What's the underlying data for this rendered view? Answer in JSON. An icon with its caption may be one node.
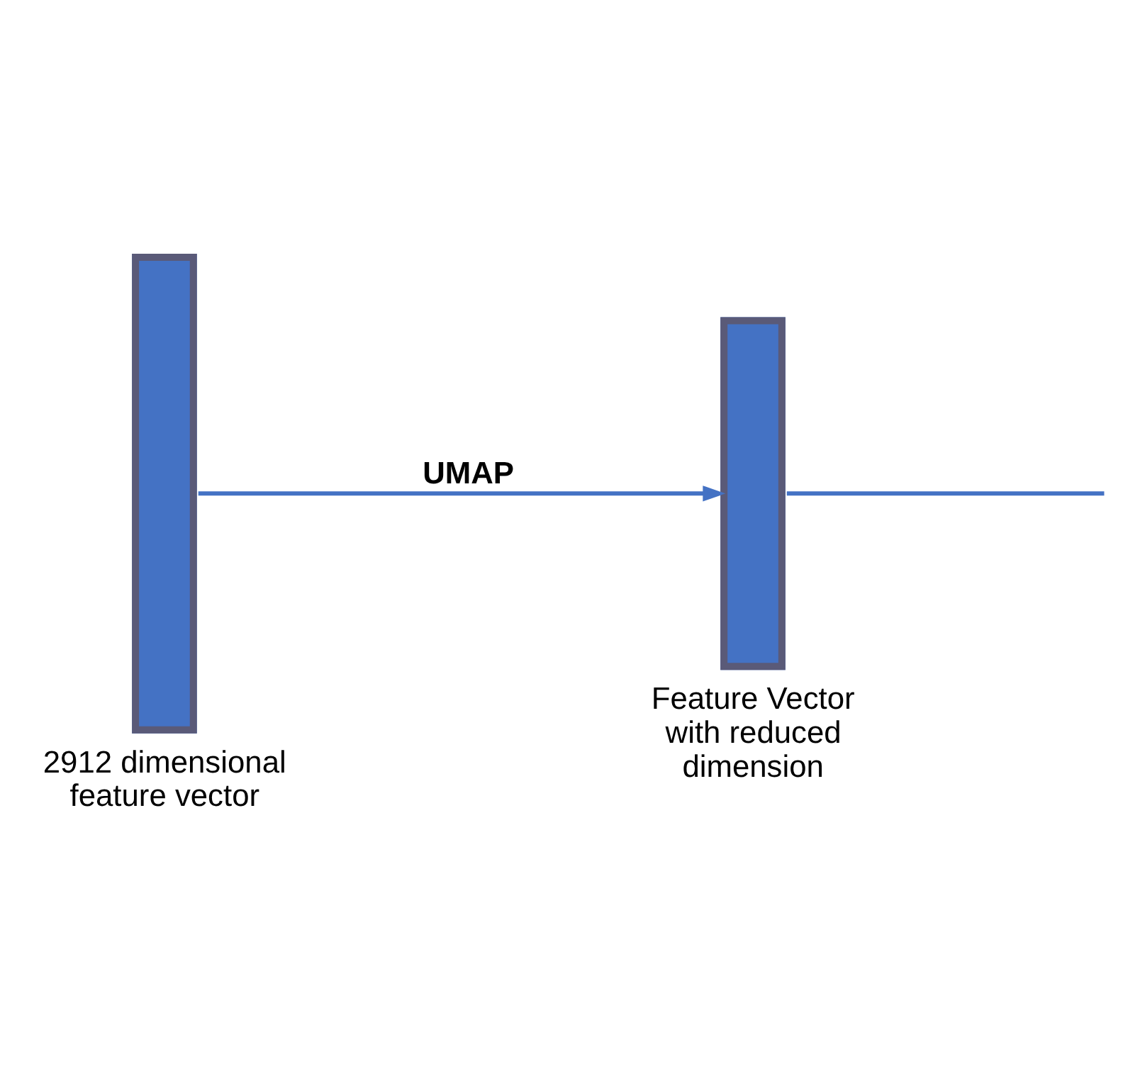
{
  "diagram": {
    "nodes": [
      {
        "text": [],
        "shape": "bar",
        "beside": [
          "2912 dimensional feature vector"
        ]
      },
      {
        "text": [],
        "shape": "bar",
        "beside": [
          "Feature Vector with reduced dimension"
        ]
      }
    ],
    "edges": [
      {
        "from": 0,
        "to": 1,
        "arrow": "to",
        "label": "UMAP"
      },
      {
        "from": 1,
        "to": null,
        "arrow": "none"
      }
    ]
  }
}
